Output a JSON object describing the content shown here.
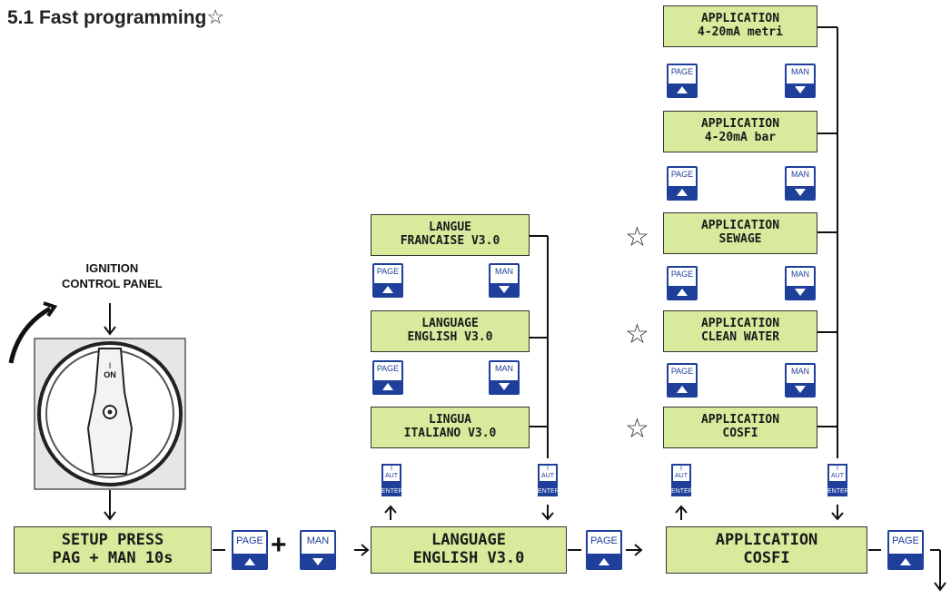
{
  "title": "5.1 Fast programming",
  "ignition": {
    "line1": "IGNITION",
    "line2": "CONTROL PANEL",
    "switch_label_top": "I",
    "switch_label_bottom": "ON"
  },
  "setup": {
    "line1": "SETUP PRESS",
    "line2": "PAG + MAN  10s"
  },
  "language_main": {
    "line1": "LANGUAGE",
    "line2": "ENGLISH V3.0"
  },
  "application_main": {
    "line1": "APPLICATION",
    "line2": "COSFI"
  },
  "language_options": [
    {
      "line1": "LANGUE",
      "line2": "FRANCAISE V3.0"
    },
    {
      "line1": "LANGUAGE",
      "line2": "ENGLISH V3.0"
    },
    {
      "line1": "LINGUA",
      "line2": "ITALIANO V3.0"
    }
  ],
  "application_options": [
    {
      "line1": "APPLICATION",
      "line2": "4-20mA metri"
    },
    {
      "line1": "APPLICATION",
      "line2": "4-20mA bar"
    },
    {
      "line1": "APPLICATION",
      "line2": "SEWAGE"
    },
    {
      "line1": "APPLICATION",
      "line2": "CLEAN WATER"
    },
    {
      "line1": "APPLICATION",
      "line2": "COSFI"
    }
  ],
  "buttons": {
    "page": "PAGE",
    "man": "MAN",
    "aut_top": "I",
    "aut_mid": "AUT",
    "aut_enter": "ENTER",
    "plus": "+"
  },
  "star": "☆",
  "colors": {
    "lcd": "#d8ea9c",
    "button": "#1e3f9a"
  }
}
